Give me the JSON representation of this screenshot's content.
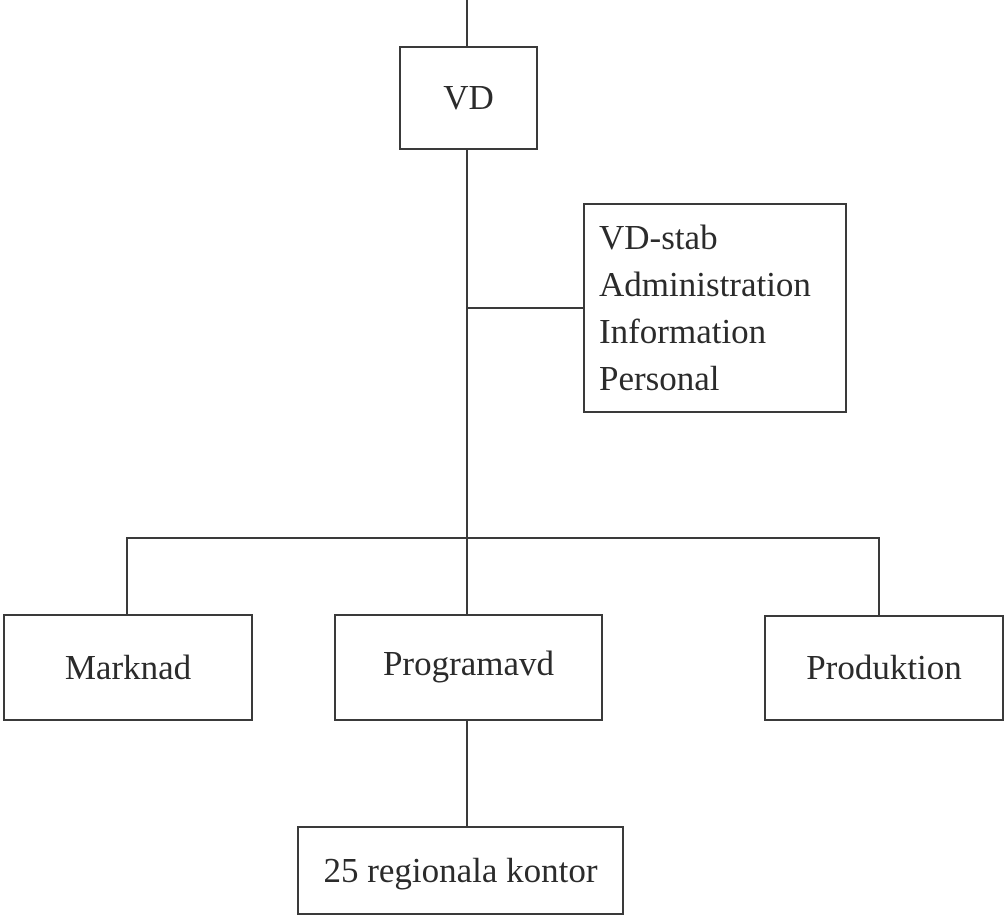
{
  "diagram": {
    "type": "org-chart",
    "nodes": {
      "vd": {
        "label": "VD"
      },
      "staff": {
        "lines": [
          "VD-stab",
          "Administration",
          "Information",
          "Personal"
        ]
      },
      "marknad": {
        "label": "Marknad"
      },
      "programavd": {
        "label": "Programavd"
      },
      "produktion": {
        "label": "Produktion"
      },
      "regional": {
        "label": "25 regionala kontor"
      }
    },
    "edges": [
      [
        "(above)",
        "VD"
      ],
      [
        "VD",
        "VD-stab"
      ],
      [
        "VD",
        "Marknad"
      ],
      [
        "VD",
        "Programavd"
      ],
      [
        "VD",
        "Produktion"
      ],
      [
        "Programavd",
        "25 regionala kontor"
      ]
    ]
  }
}
